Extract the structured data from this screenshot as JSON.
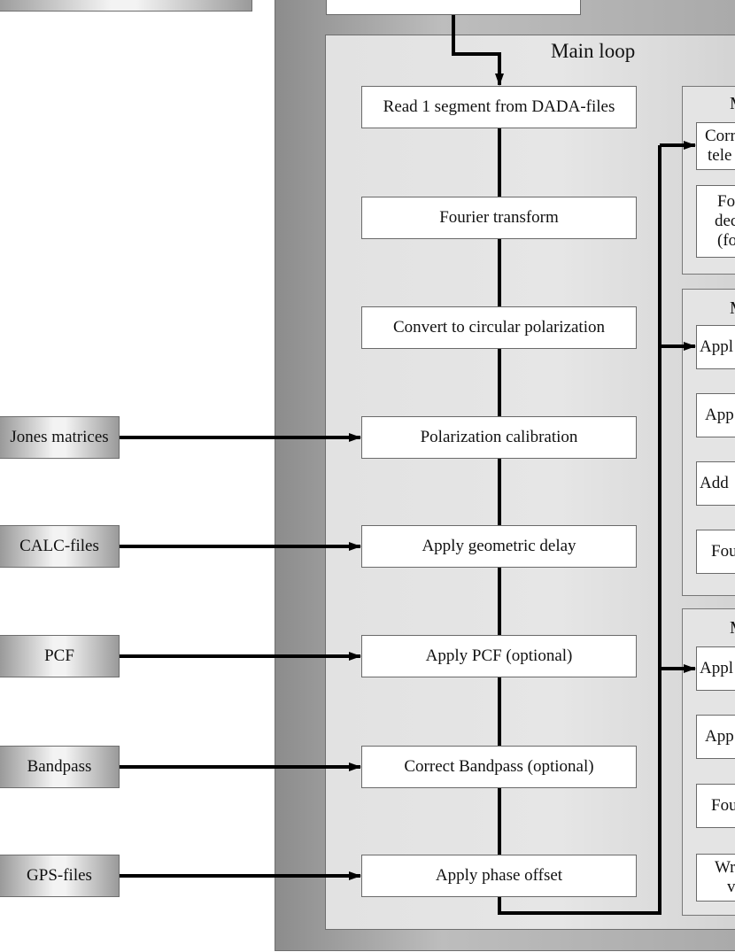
{
  "diagram": {
    "main_loop_title": "Main loop",
    "main_steps": [
      "Read 1 segment from DADA-files",
      "Fourier transform",
      "Convert to circular polarization",
      "Polarization calibration",
      "Apply geometric delay",
      "Apply PCF (optional)",
      "Correct Bandpass (optional)",
      "Apply phase offset"
    ],
    "inputs": [
      "Jones matrices",
      "CALC-files",
      "PCF",
      "Bandpass",
      "GPS-files"
    ],
    "right_panels": [
      {
        "title": "M",
        "items": [
          [
            "Corr",
            "tele"
          ],
          [
            "Fo",
            "dec",
            "(fo"
          ]
        ]
      },
      {
        "title": "M",
        "items": [
          [
            "Appl"
          ],
          [
            "App"
          ],
          [
            "Add"
          ],
          [
            "Fou"
          ]
        ]
      },
      {
        "title": "M",
        "items": [
          [
            "Appl"
          ],
          [
            "App"
          ],
          [
            "Fou"
          ],
          [
            "Wr",
            "v"
          ]
        ]
      }
    ]
  }
}
